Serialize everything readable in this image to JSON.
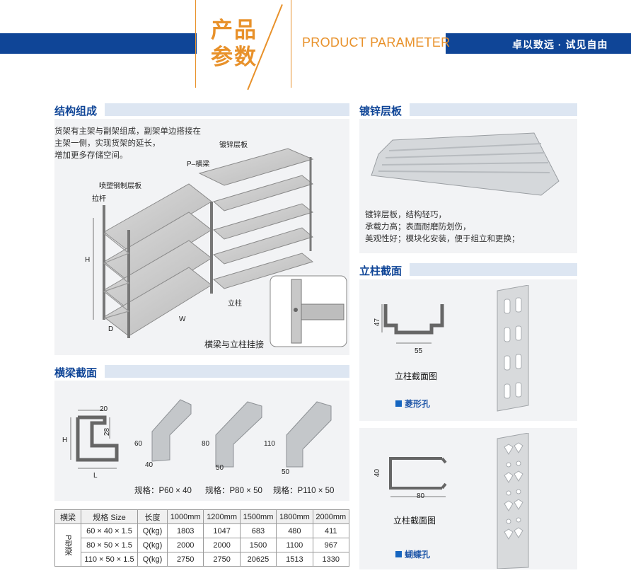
{
  "header": {
    "title_line1": "产品",
    "title_line2": "参数",
    "param_en": "PRODUCT PARAMETER",
    "slogan": "卓以致远 · 试见自由"
  },
  "structure": {
    "title": "结构组成",
    "desc_lines": [
      "货架有主架与副架组成，副架单边搭接在",
      "主架一侧，实现货架的延长，",
      "增加更多存储空间。"
    ],
    "labels": {
      "galv_shelf": "镀锌层板",
      "p_beam": "P–横梁",
      "sprayed_panel": "喷塑钢制层板",
      "tie_rod": "拉杆",
      "h": "H",
      "upright": "立柱",
      "d": "D",
      "w": "W",
      "hook_caption": "横梁与立柱挂接"
    }
  },
  "galvanized": {
    "title": "镀锌层板",
    "desc_lines": [
      "镀锌层板，结构轻巧，",
      "承载力高；表面耐磨防划伤，",
      "美观性好；模块化安装，便于组立和更换；"
    ]
  },
  "upright_section": {
    "title": "立柱截面",
    "diamond": {
      "dim_h": "47",
      "dim_w": "55",
      "caption": "立柱截面图",
      "hole": "菱形孔"
    },
    "butterfly": {
      "dim_h": "40",
      "dim_w": "80",
      "caption": "立柱截面图",
      "hole": "蝴蝶孔"
    }
  },
  "beam_section": {
    "title": "横梁截面",
    "drawing": {
      "w": "20",
      "h2": "28",
      "h": "H",
      "l": "L"
    },
    "profiles": [
      {
        "h": "60",
        "w": "40",
        "spec": "规格：P60 × 40"
      },
      {
        "h": "80",
        "w": "50",
        "spec": "规格：P80 × 50"
      },
      {
        "h": "110",
        "w": "50",
        "spec": "规格：P110 × 50"
      }
    ]
  },
  "table": {
    "headers": [
      "横梁",
      "规格 Size",
      "长度",
      "1000mm",
      "1200mm",
      "1500mm",
      "1800mm",
      "2000mm"
    ],
    "group_label": "P型梁",
    "rows": [
      [
        "60 × 40 × 1.5",
        "Q(kg)",
        "1803",
        "1047",
        "683",
        "480",
        "411"
      ],
      [
        "80 × 50 × 1.5",
        "Q(kg)",
        "2000",
        "2000",
        "1500",
        "1100",
        "967"
      ],
      [
        "110 × 50 × 1.5",
        "Q(kg)",
        "2750",
        "2750",
        "20625",
        "1513",
        "1330"
      ]
    ]
  },
  "colors": {
    "brand_blue": "#0f4597",
    "accent_orange": "#e8912a",
    "panel_bg": "#f2f3f5"
  }
}
